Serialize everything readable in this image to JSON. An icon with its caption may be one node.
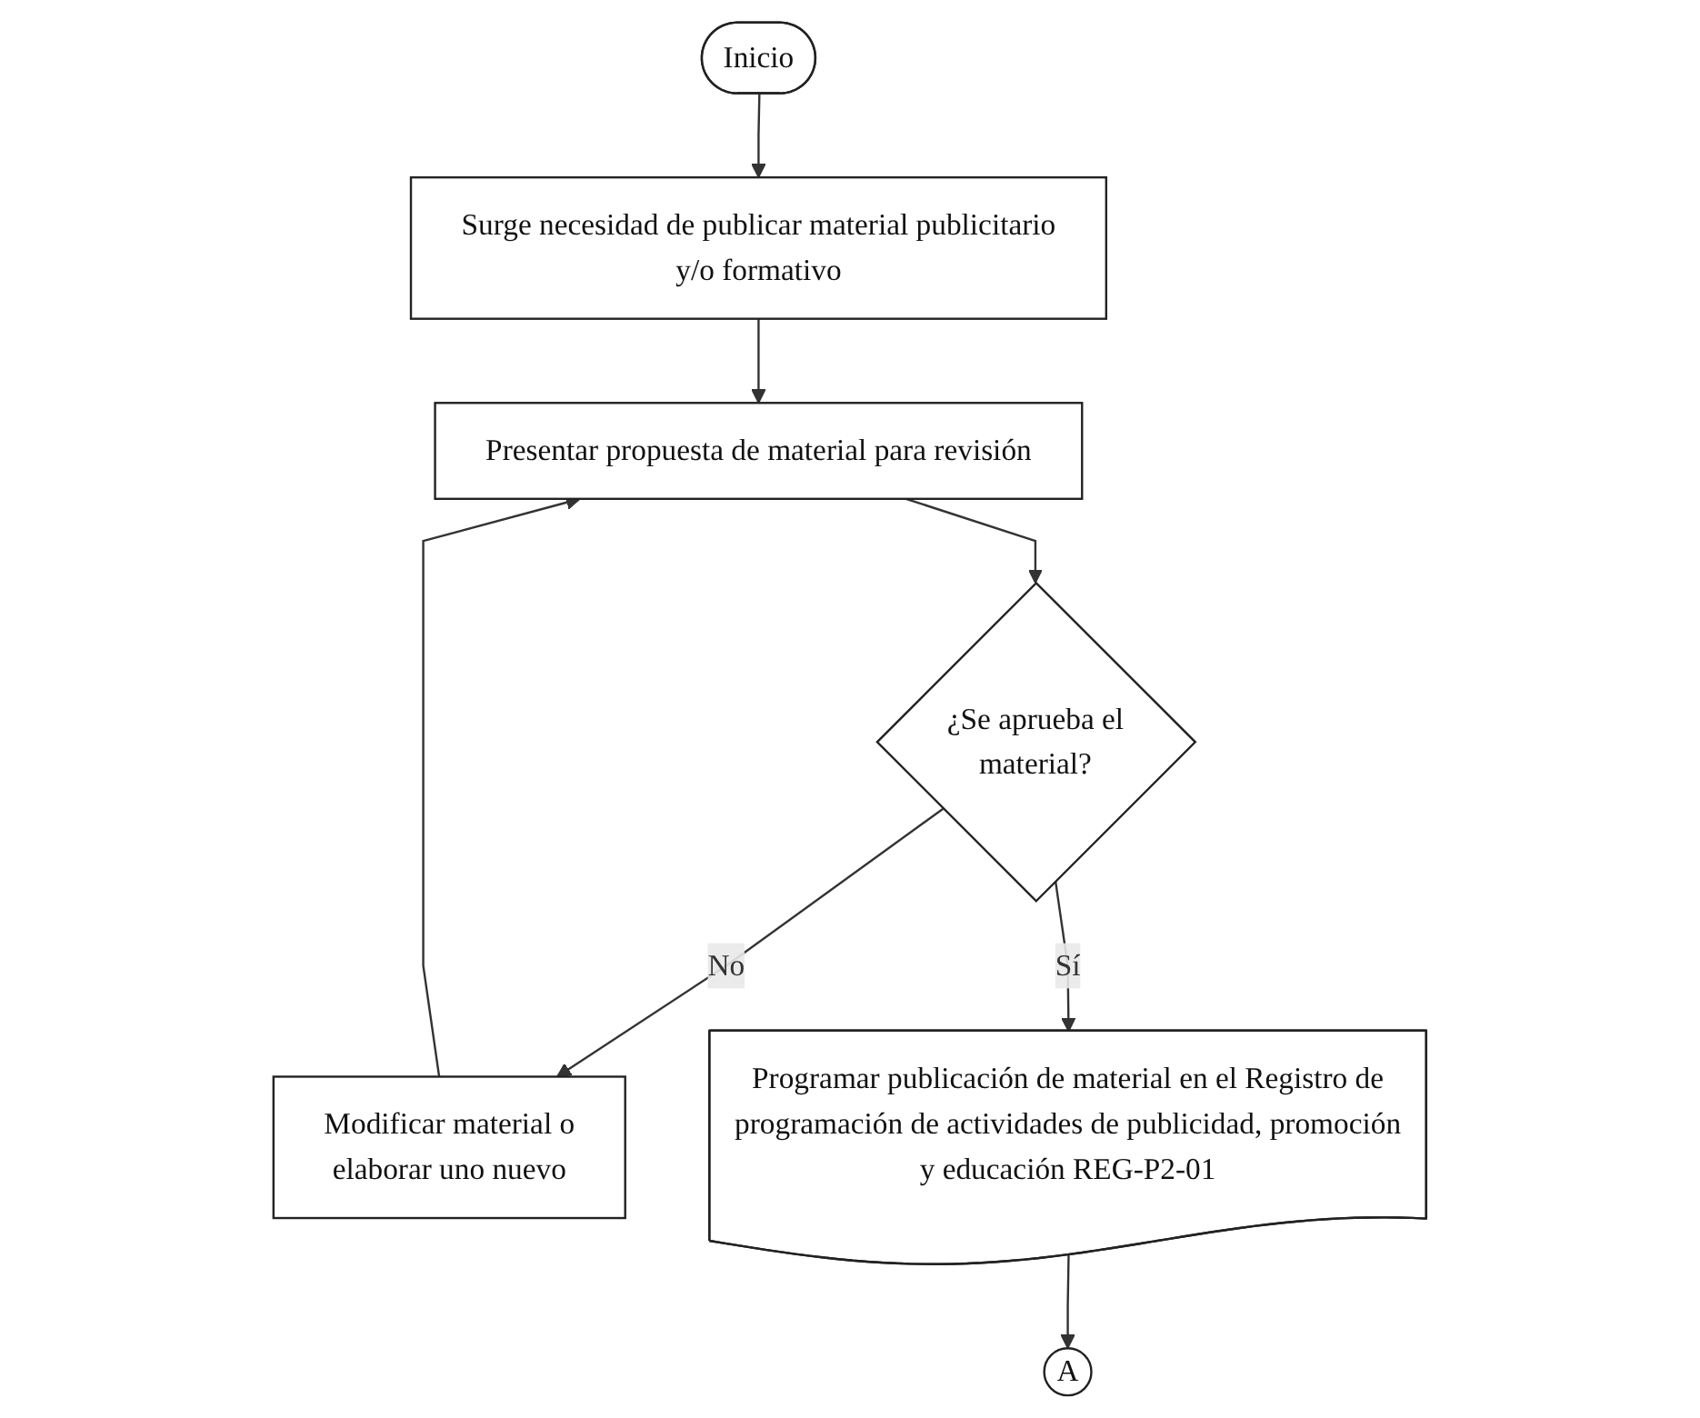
{
  "diagram": {
    "nodes": [
      {
        "text": [
          "Inicio"
        ]
      },
      {
        "text": [
          "Surge necesidad de publicar material publicitario y/o formativo"
        ]
      },
      {
        "text": [
          "Presentar propuesta de material para revisión"
        ]
      },
      {
        "text": [
          "¿Se aprueba el material?"
        ]
      },
      {
        "text": [
          "Modificar material o elaborar uno nuevo"
        ]
      },
      {
        "text": [
          "Programar publicación de material en el Registro de programación de actividades de publicidad, promoción y educación REG-P2-01"
        ]
      },
      {
        "text": [
          "A"
        ]
      }
    ],
    "edges": [
      {
        "from": 0,
        "to": 1,
        "arrow": "to"
      },
      {
        "from": 1,
        "to": 2,
        "arrow": "to"
      },
      {
        "from": 2,
        "to": 3,
        "arrow": "to"
      },
      {
        "from": 3,
        "to": 4,
        "arrow": "to",
        "label": "No"
      },
      {
        "from": 4,
        "to": 2,
        "arrow": "to"
      },
      {
        "from": 3,
        "to": 5,
        "arrow": "to",
        "label": "Sí"
      },
      {
        "from": 5,
        "to": 6,
        "arrow": "to"
      }
    ]
  }
}
